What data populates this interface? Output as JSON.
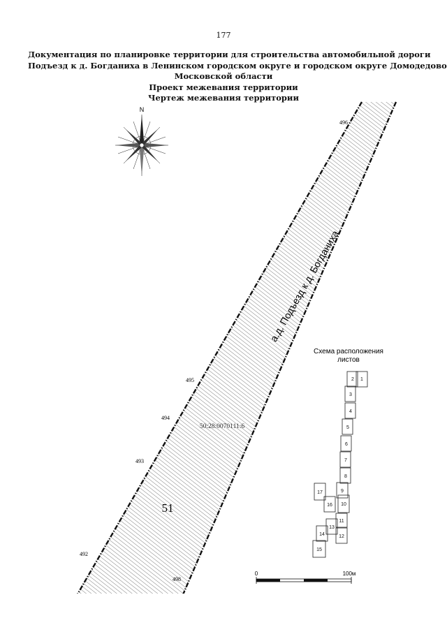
{
  "page_number": "177",
  "title_lines": [
    "Документация по планировке территории для строительства автомобильной дороги",
    "Подъезд к д. Богданиха в Ленинском городском округе и городском округе Домодедово",
    "Московской области",
    "Проект межевания территории",
    "Чертеж межевания территории"
  ],
  "compass": {
    "north_label": "N"
  },
  "road_label": "а.д. Подъезд к д. Богданиха",
  "cadastral_number": "50:28:0070111:6",
  "area_number": "51",
  "point_labels": {
    "p496": "496",
    "p495": "495",
    "p494": "494",
    "p493": "493",
    "p492": "492",
    "p498": "498"
  },
  "sheet_scheme": {
    "title_line1": "Схема расположения",
    "title_line2": "листов",
    "sheets": [
      "1",
      "2",
      "3",
      "4",
      "5",
      "6",
      "7",
      "8",
      "9",
      "10",
      "11",
      "12",
      "13",
      "14",
      "15",
      "16",
      "17"
    ]
  },
  "scale_bar": {
    "start": "0",
    "end": "100м"
  }
}
